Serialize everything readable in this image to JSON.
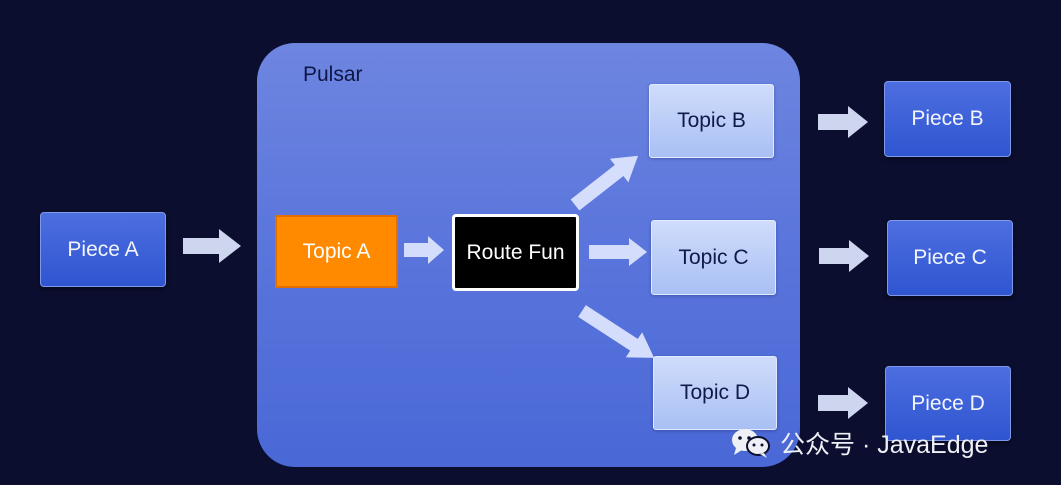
{
  "container": {
    "title": "Pulsar"
  },
  "nodes": {
    "piece_a": "Piece A",
    "topic_a": "Topic A",
    "route_fun": "Route Fun",
    "topic_b": "Topic B",
    "topic_c": "Topic C",
    "topic_d": "Topic D",
    "piece_b": "Piece B",
    "piece_c": "Piece C",
    "piece_d": "Piece D"
  },
  "watermark": {
    "text": "公众号 · JavaEdge",
    "icon": "wechat-icon"
  },
  "colors": {
    "background": "#0b0e2e",
    "container": "#5b76dc",
    "piece": "#3a5fd6",
    "topic_light": "#bfd0f8",
    "topic_a": "#ff8a00",
    "route": "#000000",
    "arrow": "#dfe6ff"
  }
}
